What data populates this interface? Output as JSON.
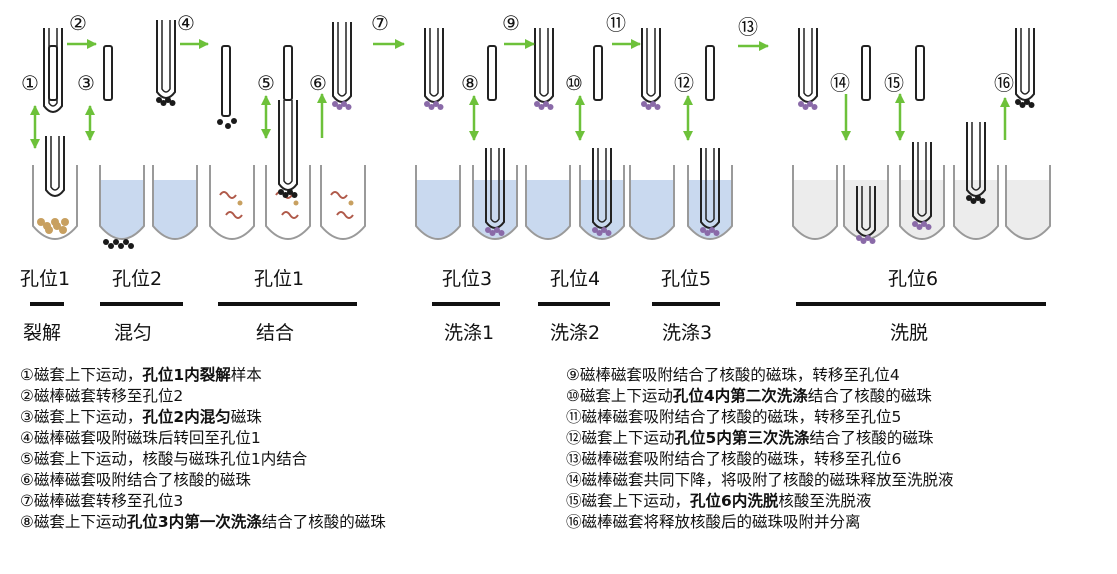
{
  "step_markers": [
    "①",
    "②",
    "③",
    "④",
    "⑤",
    "⑥",
    "⑦",
    "⑧",
    "⑨",
    "⑩",
    "⑪",
    "⑫",
    "⑬",
    "⑭",
    "⑮",
    "⑯"
  ],
  "wells": [
    "孔位1",
    "孔位2",
    "孔位1",
    "孔位3",
    "孔位4",
    "孔位5",
    "孔位6"
  ],
  "stages": [
    "裂解",
    "混匀",
    "结合",
    "洗涤1",
    "洗涤2",
    "洗涤3",
    "洗脱"
  ],
  "colors": {
    "arrow": "#6dc13a",
    "bead": "#1a1a1a",
    "buffer_blue": "#c9d9ef",
    "sample": "#c8a060",
    "dna": "#8a6aa8"
  },
  "steps_left": [
    {
      "n": "①",
      "a": "磁套上下运动，",
      "b": "孔位1内裂解",
      "c": "样本"
    },
    {
      "n": "②",
      "a": "磁棒磁套转移至孔位2",
      "b": "",
      "c": ""
    },
    {
      "n": "③",
      "a": "磁套上下运动，",
      "b": "孔位2内混匀",
      "c": "磁珠"
    },
    {
      "n": "④",
      "a": "磁棒磁套吸附磁珠后转回至孔位1",
      "b": "",
      "c": ""
    },
    {
      "n": "⑤",
      "a": "磁套上下运动，核酸与磁珠孔位1内结合",
      "b": "",
      "c": ""
    },
    {
      "n": "⑥",
      "a": "磁棒磁套吸附结合了核酸的磁珠",
      "b": "",
      "c": ""
    },
    {
      "n": "⑦",
      "a": "磁棒磁套转移至孔位3",
      "b": "",
      "c": ""
    },
    {
      "n": "⑧",
      "a": "磁套上下运动",
      "b": "孔位3内第一次洗涤",
      "c": "结合了核酸的磁珠"
    }
  ],
  "steps_right": [
    {
      "n": "⑨",
      "a": "磁棒磁套吸附结合了核酸的磁珠，转移至孔位4",
      "b": "",
      "c": ""
    },
    {
      "n": "⑩",
      "a": "磁套上下运动",
      "b": "孔位4内第二次洗涤",
      "c": "结合了核酸的磁珠"
    },
    {
      "n": "⑪",
      "a": "磁棒磁套吸附结合了核酸的磁珠，转移至孔位5",
      "b": "",
      "c": ""
    },
    {
      "n": "⑫",
      "a": "磁套上下运动",
      "b": "孔位5内第三次洗涤",
      "c": "结合了核酸的磁珠"
    },
    {
      "n": "⑬",
      "a": "磁棒磁套吸附结合了核酸的磁珠，转移至孔位6",
      "b": "",
      "c": ""
    },
    {
      "n": "⑭",
      "a": "磁棒磁套共同下降，将吸附了核酸的磁珠释放至洗脱液",
      "b": "",
      "c": ""
    },
    {
      "n": "⑮",
      "a": "磁套上下运动，",
      "b": "孔位6内洗脱",
      "c": "核酸至洗脱液"
    },
    {
      "n": "⑯",
      "a": "磁棒磁套将释放核酸后的磁珠吸附并分离",
      "b": "",
      "c": ""
    }
  ]
}
